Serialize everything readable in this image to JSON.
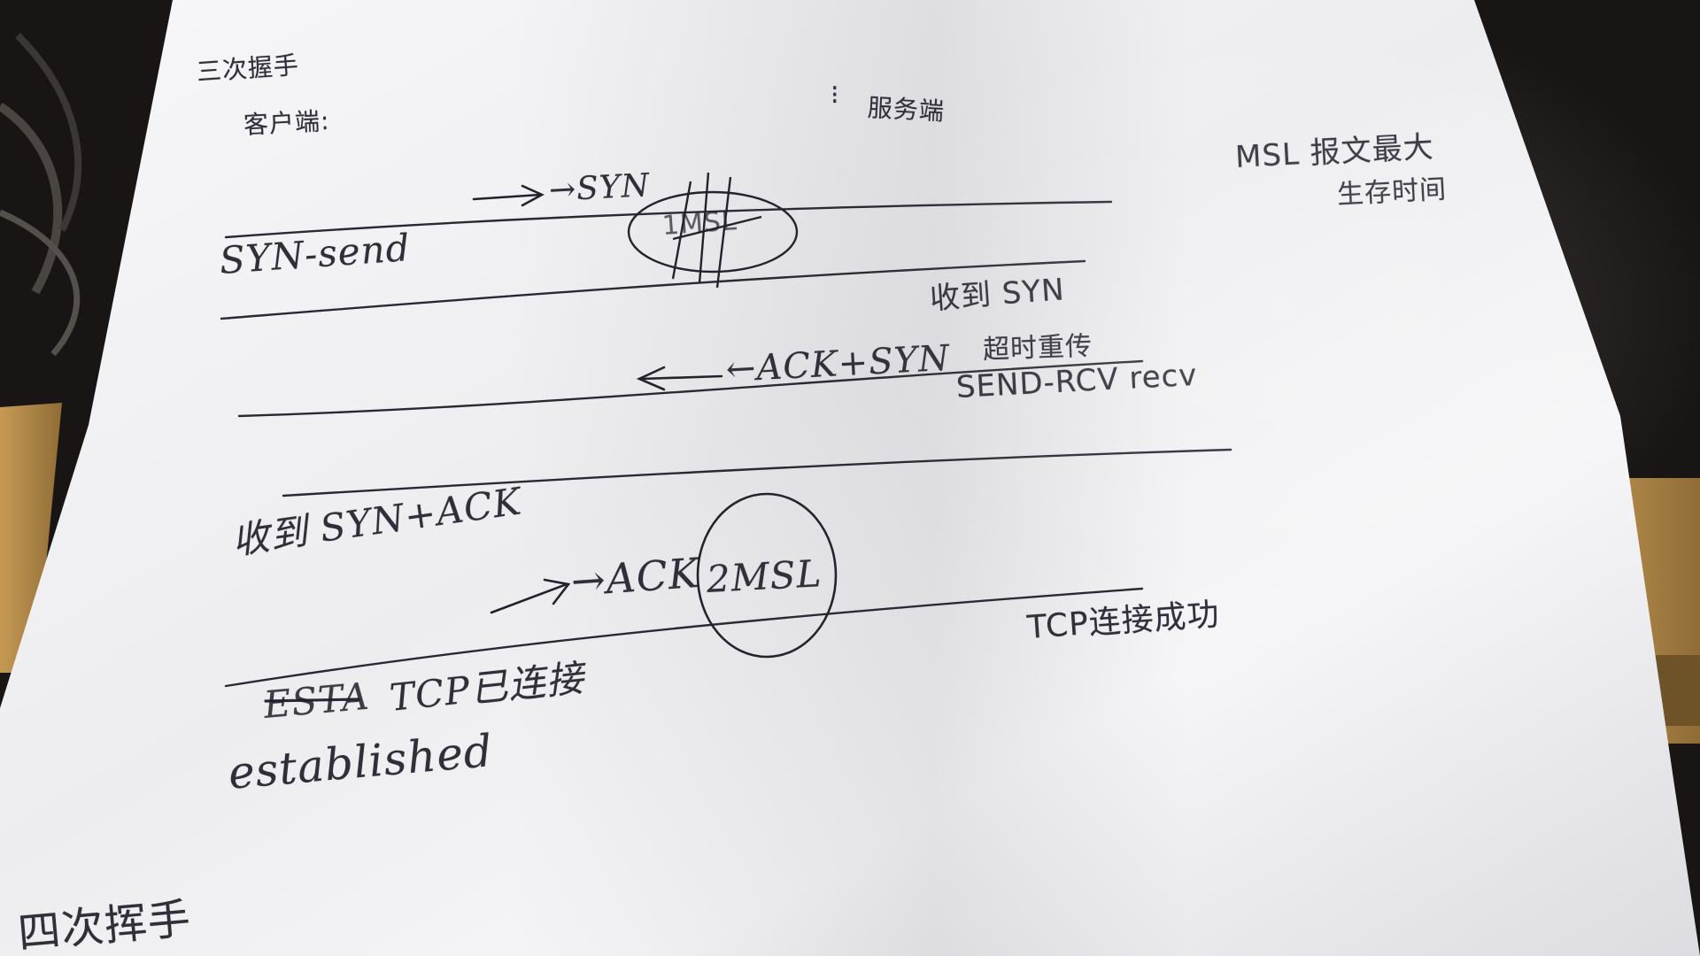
{
  "photo": {
    "colors": {
      "paper": "#f4f4f6",
      "paper_shadow": "#c9c9cf",
      "ink": "#1f1e2a",
      "desk_dark": "#1a1614",
      "wood": "#b58a4a",
      "wood_dark": "#8a6a36"
    },
    "notes": {
      "title": "三次握手",
      "client": "客户端:",
      "server_marker": "⁝",
      "server": "服务端",
      "msl_note_line1": "MSL 报文最大",
      "msl_note_line2": "生存时间",
      "syn_arrow": "→SYN",
      "syn_send": "SYN-send",
      "crossed_label": "1MSL",
      "received_syn": "收到 SYN",
      "ack_syn_arrow": "←ACK+SYN",
      "timeout_retry": "超时重传",
      "send_recv": "SEND-RCV recv",
      "received_syn_ack": "收到 SYN+ACK",
      "ack_arrow": "→ACK",
      "two_msl": "2MSL",
      "tcp_connection": "TCP连接成功",
      "esta": "ESTA",
      "tcp_established_cn": "TCP已连接",
      "established": "established",
      "four_way": "四次挥手"
    }
  }
}
